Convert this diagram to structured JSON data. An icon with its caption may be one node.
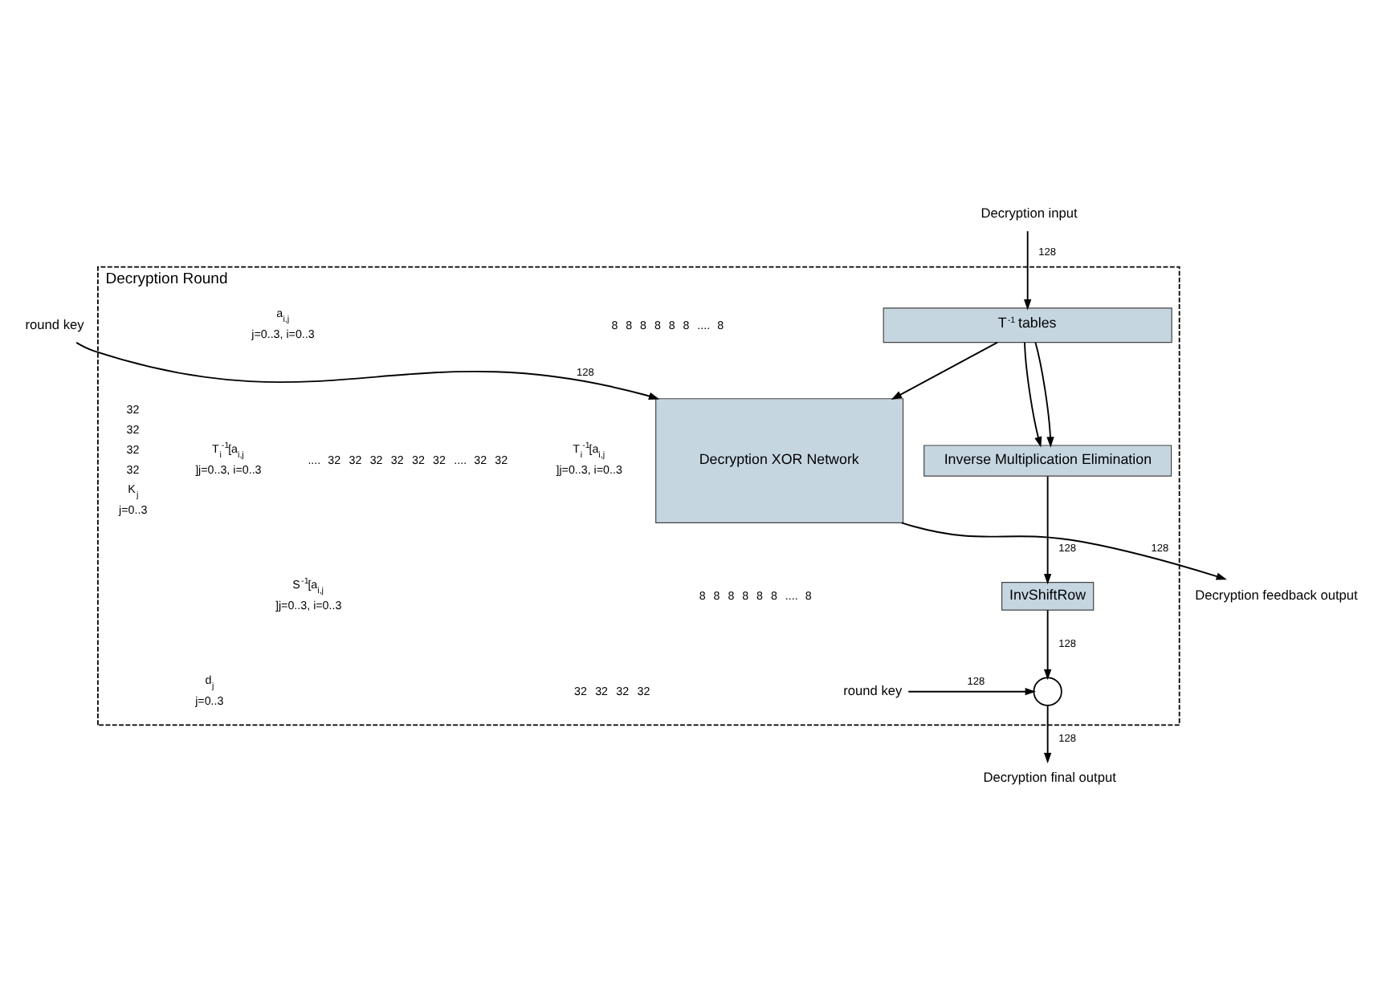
{
  "diagram": {
    "nodes": [
      {
        "text": [
          "Decryption Round"
        ]
      },
      {
        "text": [
          "T$^{-1}$ tables"
        ],
        "in": 0
      },
      {
        "text": [
          "Inverse Multiplication Elimination"
        ],
        "in": 0
      },
      {
        "text": [
          "Decryption XOR Network"
        ],
        "in": 0
      },
      {
        "text": [
          "InvShiftRow"
        ],
        "in": 0
      },
      {
        "text": [],
        "shape": "circle",
        "in": 0
      },
      {
        "text": [
          "Decryption input"
        ]
      },
      {
        "text": [
          "Decryption final output"
        ]
      },
      {
        "text": [
          "Decryption feedback output"
        ]
      },
      {
        "text": [
          "round key"
        ]
      },
      {
        "text": [
          "round key"
        ],
        "in": 0
      }
    ],
    "edges": [
      {
        "from": 6,
        "to": 1,
        "arrow": "to",
        "label": "128"
      },
      {
        "from": 1,
        "to": 2,
        "arrow": "to"
      },
      {
        "from": 1,
        "to": 2,
        "arrow": "to"
      },
      {
        "from": 1,
        "to": 3,
        "arrow": "to"
      },
      {
        "from": 9,
        "to": 3,
        "arrow": "to",
        "label": "128"
      },
      {
        "from": 2,
        "to": 4,
        "arrow": "to",
        "label": "128"
      },
      {
        "from": 4,
        "to": 5,
        "arrow": "to",
        "label": "128"
      },
      {
        "from": 10,
        "to": 5,
        "arrow": "to",
        "label": "128"
      },
      {
        "from": 5,
        "to": 7,
        "arrow": "to",
        "label": "128"
      },
      {
        "from": 3,
        "to": 8,
        "arrow": "to",
        "label": "128"
      }
    ],
    "labels": [
      "8",
      "8",
      "8",
      "8",
      "8",
      "8",
      "....",
      "8",
      "a$_{i,j}$",
      "j=0..3, i=0..3",
      "T$_{i}$$^{-1}$[a$_{i,j}$]",
      "j=0..3, i=0..3",
      "....",
      "32",
      "32",
      "32",
      "32",
      "32",
      "32",
      "....",
      "32",
      "32",
      "T$_{i}$$^{-1}$[a$_{i,j}$]",
      "j=0..3, i=0..3",
      "32",
      "32",
      "32",
      "32",
      "K$_{j}$",
      "j=0..3",
      "8",
      "8",
      "8",
      "8",
      "8",
      "8",
      "....",
      "8",
      "S$^{-1}$[a$_{i,j}$]",
      "j=0..3, i=0..3",
      "32",
      "32",
      "32",
      "32",
      "d$_{j}$",
      "j=0..3"
    ]
  }
}
